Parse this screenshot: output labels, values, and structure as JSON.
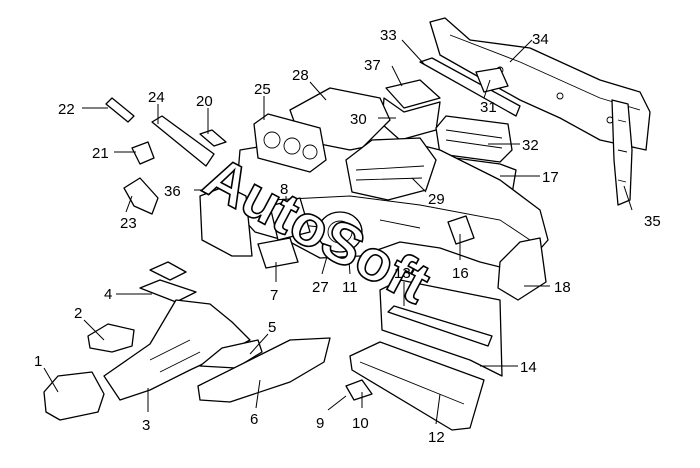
{
  "watermark": "AutoSoft",
  "callouts": [
    "1",
    "2",
    "3",
    "4",
    "5",
    "6",
    "7",
    "8",
    "9",
    "10",
    "11",
    "12",
    "13",
    "14",
    "16",
    "17",
    "18",
    "20",
    "21",
    "22",
    "23",
    "24",
    "25",
    "27",
    "28",
    "29",
    "30",
    "31",
    "32",
    "33",
    "34",
    "35",
    "36",
    "37"
  ]
}
